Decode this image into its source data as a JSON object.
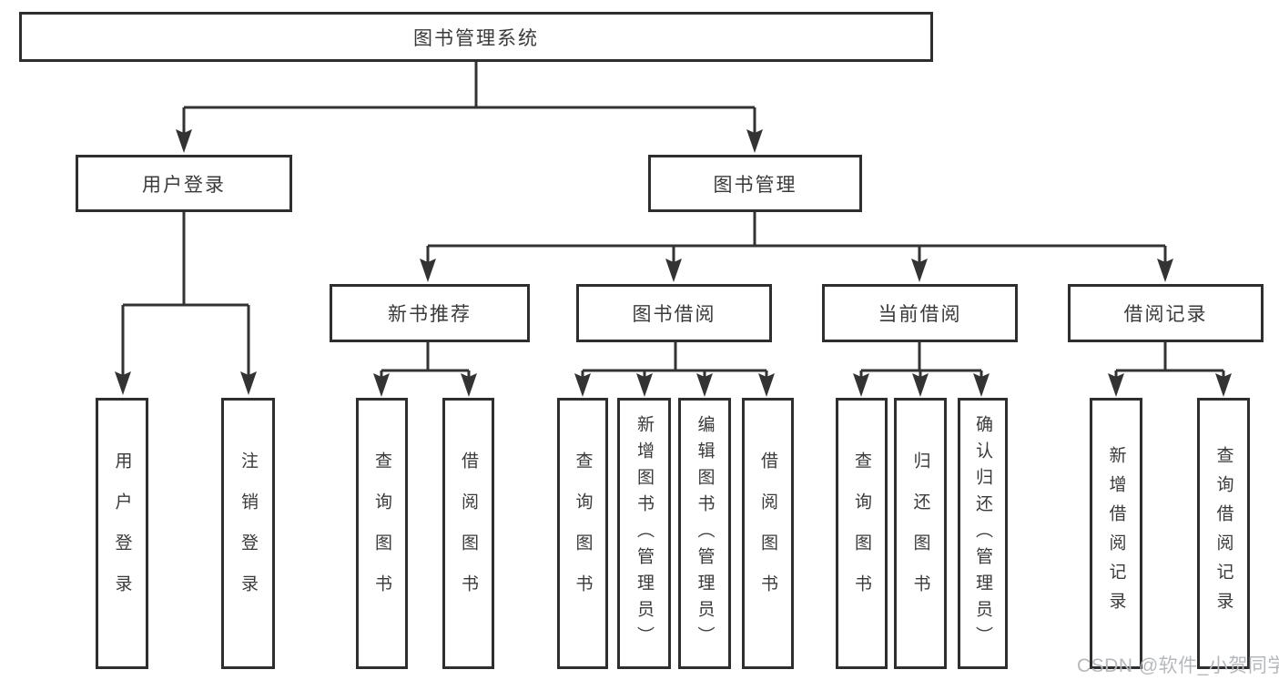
{
  "tree": {
    "root": "图书管理系统",
    "branches": [
      {
        "label": "用户登录",
        "children": [
          "用户登录",
          "注销登录"
        ]
      },
      {
        "label": "图书管理",
        "children": [
          {
            "label": "新书推荐",
            "children": [
              "查询图书",
              "借阅图书"
            ]
          },
          {
            "label": "图书借阅",
            "children": [
              "查询图书",
              "新增图书（管理员）",
              "编辑图书（管理员）",
              "借阅图书"
            ]
          },
          {
            "label": "当前借阅",
            "children": [
              "查询图书",
              "归还图书",
              "确认归还（管理员）"
            ]
          },
          {
            "label": "借阅记录",
            "children": [
              "新增借阅记录",
              "查询借阅记录"
            ]
          }
        ]
      }
    ]
  },
  "watermark": {
    "text": "CSDN @软件_小贺同学"
  },
  "colors": {
    "line_color": "#333333",
    "border_color": "#2e2e2e",
    "text_color": "#3a3a3a",
    "watermark_color": "#b5b8bd",
    "bg_color": "#ffffff"
  }
}
